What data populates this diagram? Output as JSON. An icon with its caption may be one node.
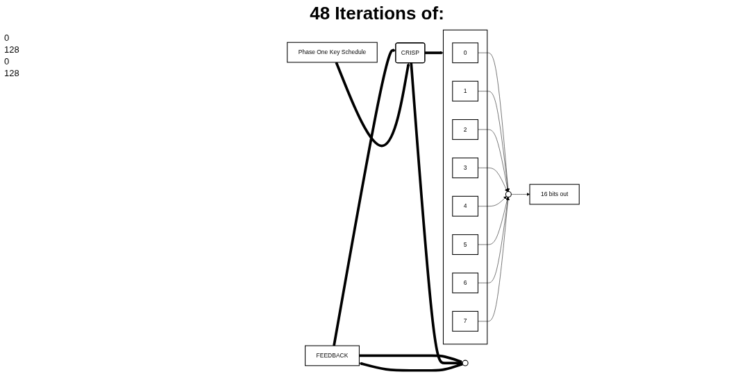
{
  "diagram": {
    "title": "48 Iterations of:",
    "nodes": [
      {
        "text": [
          "FEEDBACK"
        ],
        "beside": [
          "0",
          "128"
        ]
      },
      {
        "text": [
          "CRISP"
        ]
      },
      {
        "text": [],
        "shape": "circle"
      },
      {
        "text": [
          "Phase One Key Schedule"
        ]
      },
      {
        "text": [],
        "shape": "box",
        "beside": [
          "0",
          "128"
        ]
      },
      {
        "text": [
          "0"
        ],
        "in": 4
      },
      {
        "text": [
          "1"
        ],
        "in": 4
      },
      {
        "text": [
          "2"
        ],
        "in": 4
      },
      {
        "text": [
          "3"
        ],
        "in": 4
      },
      {
        "text": [
          "4"
        ],
        "in": 4
      },
      {
        "text": [
          "5"
        ],
        "in": 4
      },
      {
        "text": [
          "6"
        ],
        "in": 4
      },
      {
        "text": [
          "7"
        ],
        "in": 4
      },
      {
        "text": [],
        "shape": "circle"
      },
      {
        "text": [
          "16 bits out"
        ]
      }
    ],
    "edges": [
      {
        "from": 0,
        "to": 2,
        "arrow": "to",
        "style": "thick"
      },
      {
        "from": 0,
        "to": 1,
        "arrow": "to",
        "style": "thick"
      },
      {
        "from": 1,
        "to": 2,
        "arrow": "to",
        "style": "thick"
      },
      {
        "from": 1,
        "to": 4,
        "arrow": "to",
        "style": "thick"
      },
      {
        "from": 2,
        "to": 0,
        "arrow": "to",
        "style": "thick"
      },
      {
        "from": 3,
        "to": 1,
        "arrow": "to",
        "style": "thick"
      },
      {
        "from": 5,
        "to": 13,
        "arrow": "to"
      },
      {
        "from": 6,
        "to": 13,
        "arrow": "to"
      },
      {
        "from": 7,
        "to": 13,
        "arrow": "to"
      },
      {
        "from": 8,
        "to": 13,
        "arrow": "to"
      },
      {
        "from": 9,
        "to": 13,
        "arrow": "to"
      },
      {
        "from": 10,
        "to": 13,
        "arrow": "to"
      },
      {
        "from": 11,
        "to": 13,
        "arrow": "to"
      },
      {
        "from": 12,
        "to": 13,
        "arrow": "to"
      },
      {
        "from": 13,
        "to": 14,
        "arrow": "to"
      }
    ]
  }
}
